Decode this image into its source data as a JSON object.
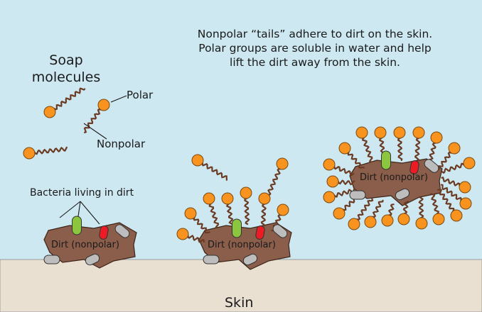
{
  "caption": {
    "line1": "Nonpolar “tails” adhere to dirt on the skin.",
    "line2": "Polar groups are soluble in water and help",
    "line3": "lift the dirt away from the skin."
  },
  "soap_title": {
    "line1": "Soap",
    "line2": "molecules"
  },
  "labels": {
    "polar": "Polar",
    "nonpolar": "Nonpolar",
    "bacteria": "Bacteria living in dirt",
    "dirt": "Dirt (nonpolar)",
    "skin": "Skin"
  },
  "colors": {
    "water": "#cde8f1",
    "skin": "#eae0d2",
    "dirt": "#8b5e4b",
    "polar_head": "#f7931e",
    "tail": "#6b3a22",
    "bacteria_green": "#8cc63f",
    "bacteria_red": "#ed1c24",
    "bacteria_grey": "#bdbdbd"
  }
}
